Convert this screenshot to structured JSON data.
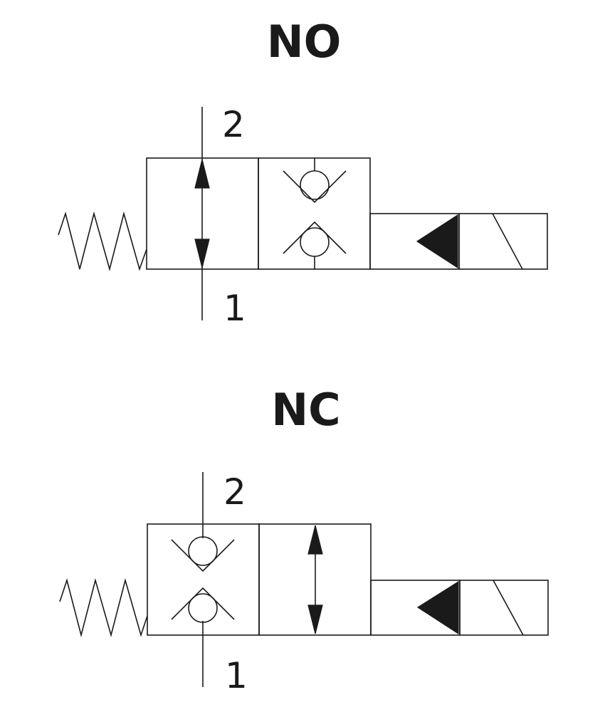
{
  "diagrams": [
    {
      "title": "NO",
      "port_top": "2",
      "port_bottom": "1",
      "left_cell": "flow-arrow",
      "right_cell": "check-valves"
    },
    {
      "title": "NC",
      "port_top": "2",
      "port_bottom": "1",
      "left_cell": "check-valves",
      "right_cell": "flow-arrow"
    }
  ],
  "colors": {
    "ink": "#1a1a1a",
    "background": "#ffffff"
  },
  "icons": [
    "spring-icon",
    "solenoid-icon",
    "double-arrow-icon",
    "check-valve-icon"
  ]
}
